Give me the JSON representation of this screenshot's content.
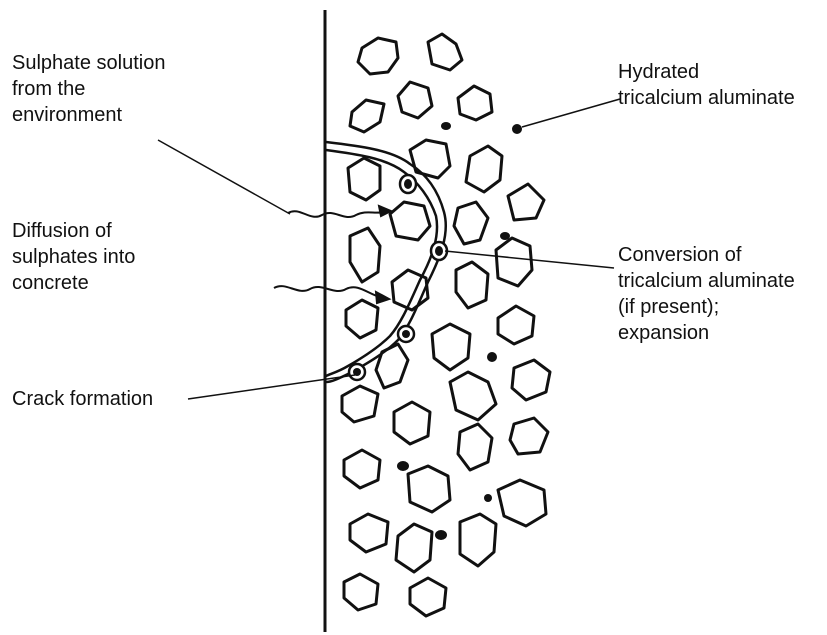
{
  "labels": {
    "sulphate_solution": [
      "Sulphate solution",
      "from the",
      "environment"
    ],
    "diffusion": [
      "Diffusion of",
      "sulphates into",
      "concrete"
    ],
    "crack_formation": [
      "Crack formation"
    ],
    "hydrated": [
      "Hydrated",
      "tricalcium aluminate"
    ],
    "conversion": [
      "Conversion of",
      "tricalcium aluminate",
      "(if present);",
      "expansion"
    ]
  }
}
